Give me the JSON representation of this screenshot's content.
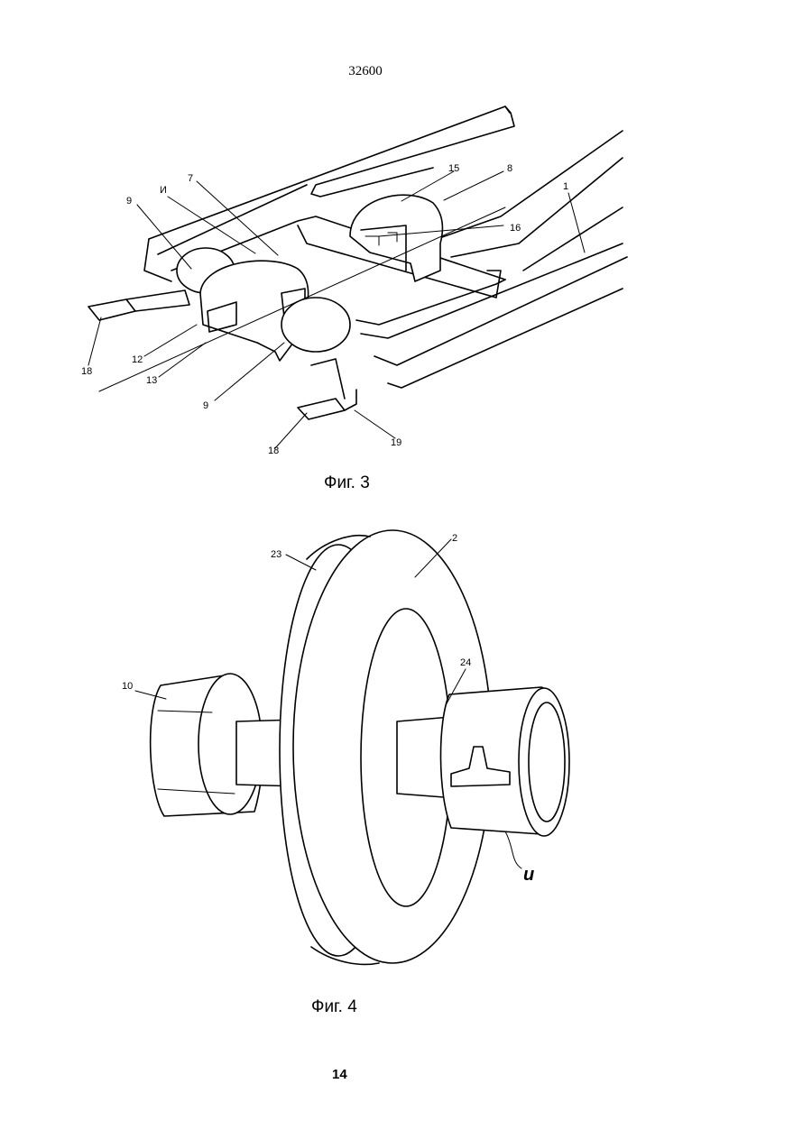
{
  "header": {
    "doc_number": "32600"
  },
  "figure3": {
    "caption": "Фиг. 3",
    "labels": [
      "9",
      "И",
      "7",
      "15",
      "8",
      "16",
      "1",
      "18",
      "12",
      "13",
      "9",
      "18",
      "19"
    ]
  },
  "figure4": {
    "caption": "Фиг. 4",
    "labels": [
      "23",
      "2",
      "10",
      "24",
      "и"
    ]
  },
  "footer": {
    "page_number": "14"
  }
}
